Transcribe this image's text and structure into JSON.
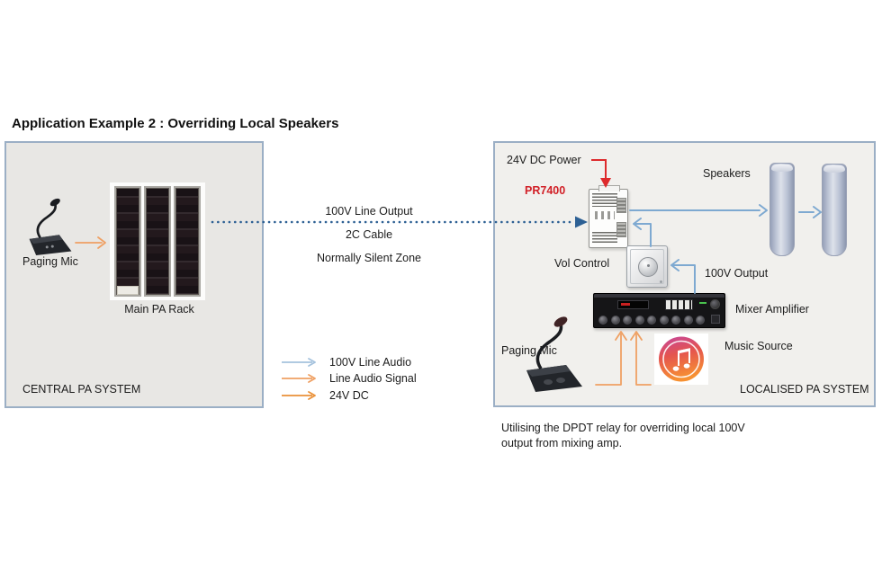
{
  "title": "Application Example 2 : Overriding Local Speakers",
  "colors": {
    "dotted_blue": "#2d6094",
    "blue": "#7ea9d1",
    "orange": "#efa063",
    "orange_dark": "#ea9138",
    "red": "#dd2a2c",
    "model_red": "#d11f26"
  },
  "central_system": {
    "name": "CENTRAL PA SYSTEM",
    "paging_mic": "Paging Mic",
    "rack": "Main PA Rack"
  },
  "link": {
    "output": "100V Line Output",
    "cable": "2C Cable",
    "zone": "Normally Silent Zone"
  },
  "legend": {
    "items": [
      {
        "label": "100V Line Audio",
        "color": "#a4c2dd"
      },
      {
        "label": "Line Audio Signal",
        "color": "#efa063"
      },
      {
        "label": "24V DC",
        "color": "#ea9138"
      }
    ]
  },
  "local_system": {
    "name": "LOCALISED PA SYSTEM",
    "dc_power": "24V DC Power",
    "model": "PR7400",
    "speakers": "Speakers",
    "vol_control": "Vol Control",
    "output_100v": "100V Output",
    "mixer": "Mixer Amplifier",
    "paging_mic": "Paging Mic",
    "music": "Music Source"
  },
  "caption": {
    "line1": "Utilising the DPDT relay for overriding local 100V",
    "line2": "output from mixing amp."
  }
}
